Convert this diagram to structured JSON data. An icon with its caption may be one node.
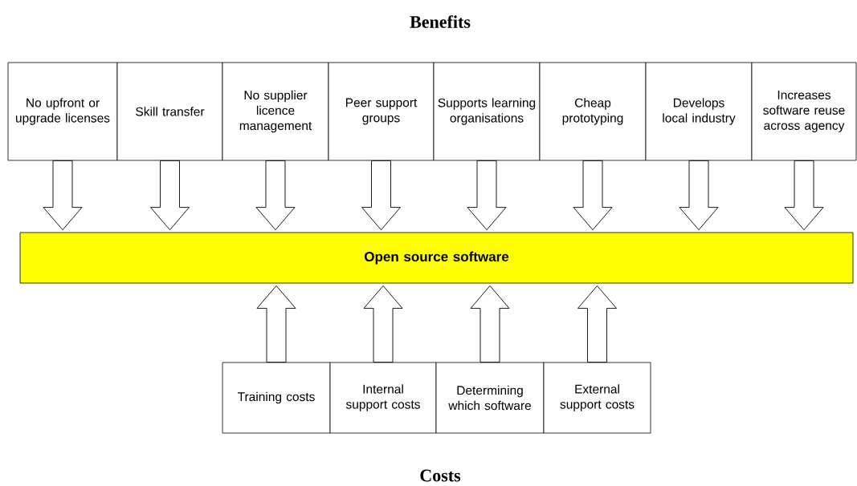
{
  "diagram": {
    "title": "Benefits",
    "nodes": [
      {
        "text": [
          "No upfront or upgrade licenses"
        ]
      },
      {
        "text": [
          "Skill transfer"
        ]
      },
      {
        "text": [
          "No supplier licence management"
        ]
      },
      {
        "text": [
          "Peer support groups"
        ]
      },
      {
        "text": [
          "Supports learning organisations"
        ]
      },
      {
        "text": [
          "Cheap prototyping"
        ]
      },
      {
        "text": [
          "Develops local industry"
        ]
      },
      {
        "text": [
          "Increases software reuse across agency"
        ]
      },
      {
        "text": [
          "Open source software"
        ]
      },
      {
        "text": [
          "Training costs"
        ]
      },
      {
        "text": [
          "Internal support costs"
        ]
      },
      {
        "text": [
          "Determining which software"
        ]
      },
      {
        "text": [
          "External support costs"
        ]
      }
    ],
    "edges": [
      {
        "from": 0,
        "to": 8,
        "arrow": "to"
      },
      {
        "from": 1,
        "to": 8,
        "arrow": "to"
      },
      {
        "from": 2,
        "to": 8,
        "arrow": "to"
      },
      {
        "from": 3,
        "to": 8,
        "arrow": "to"
      },
      {
        "from": 4,
        "to": 8,
        "arrow": "to"
      },
      {
        "from": 5,
        "to": 8,
        "arrow": "to"
      },
      {
        "from": 6,
        "to": 8,
        "arrow": "to"
      },
      {
        "from": 7,
        "to": 8,
        "arrow": "to"
      },
      {
        "from": 9,
        "to": 8,
        "arrow": "to"
      },
      {
        "from": 10,
        "to": 8,
        "arrow": "to"
      },
      {
        "from": 11,
        "to": 8,
        "arrow": "to"
      },
      {
        "from": 12,
        "to": 8,
        "arrow": "to"
      }
    ],
    "labels": [
      "Costs"
    ]
  }
}
